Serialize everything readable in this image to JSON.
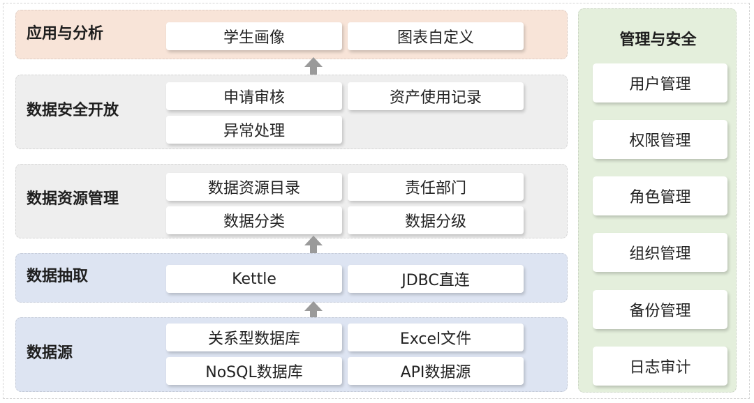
{
  "layers": {
    "app": {
      "title": "应用与分析",
      "items": [
        "学生画像",
        "图表自定义"
      ],
      "bg": "#f8e4d8"
    },
    "security": {
      "title": "数据安全开放",
      "items": [
        "申请审核",
        "资产使用记录",
        "异常处理"
      ],
      "bg": "#eeeeee"
    },
    "resource": {
      "title": "数据资源管理",
      "items": [
        "数据资源目录",
        "责任部门",
        "数据分类",
        "数据分级"
      ],
      "bg": "#eeeeee"
    },
    "extract": {
      "title": "数据抽取",
      "items": [
        "Kettle",
        "JDBC直连"
      ],
      "bg": "#dde4f2"
    },
    "source": {
      "title": "数据源",
      "items": [
        "关系型数据库",
        "Excel文件",
        "NoSQL数据库",
        "API数据源"
      ],
      "bg": "#dde4f2"
    }
  },
  "management": {
    "title": "管理与安全",
    "items": [
      "用户管理",
      "权限管理",
      "角色管理",
      "组织管理",
      "备份管理",
      "日志审计"
    ],
    "bg": "#e4efdc"
  },
  "colors": {
    "arrow": "#9a9a9a",
    "box_bg": "#ffffff"
  },
  "icons": {
    "flow_arrow": "arrow-up-icon"
  }
}
